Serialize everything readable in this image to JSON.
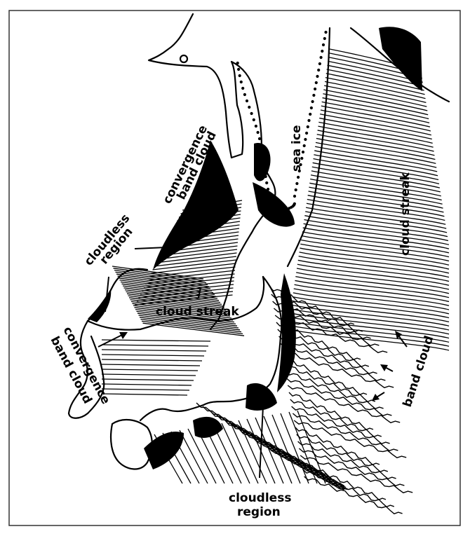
{
  "labels": {
    "sea_ice": "sea ice",
    "cloud_streak_east": "cloud streak",
    "convergence_band_cloud_north": [
      "convergence",
      "band cloud"
    ],
    "cloudless_region_west": [
      "cloudless",
      "region"
    ],
    "cloud_streak_center": "cloud streak",
    "convergence_band_cloud_south": [
      "convergence",
      "band cloud"
    ],
    "band_cloud": "band cloud",
    "cloudless_region_south": [
      "cloudless",
      "region"
    ]
  },
  "colors": {
    "ink": "#000000",
    "paper": "#ffffff",
    "frame": "#333333"
  }
}
